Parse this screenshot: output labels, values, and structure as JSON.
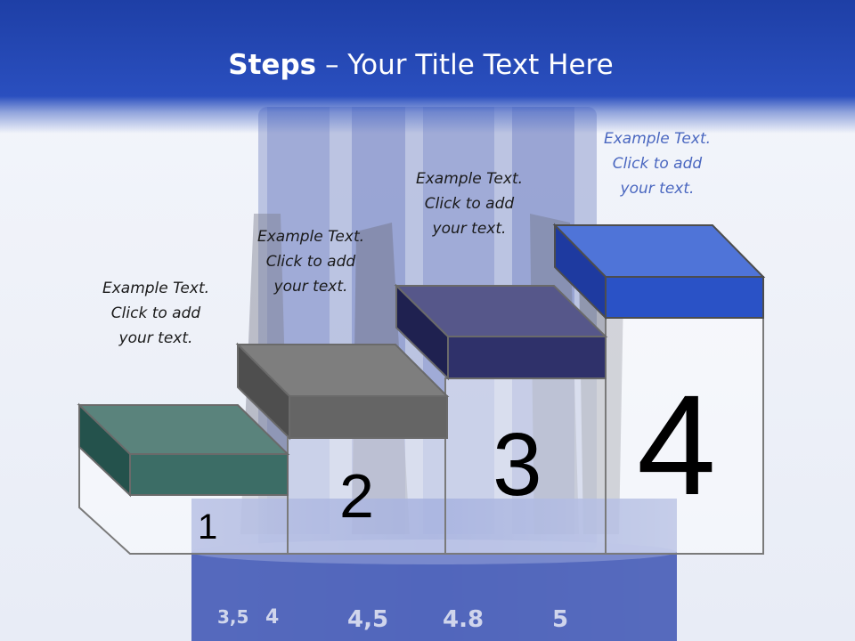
{
  "slide": {
    "title_bold": "Steps",
    "title_rest": " – Your Title Text Here"
  },
  "background": {
    "ruler_labels": [
      "3,5",
      "4",
      "4,5",
      "4.8",
      "5"
    ]
  },
  "steps": [
    {
      "number": "1",
      "text_lines": [
        "Example Text.",
        "Click  to add",
        "your text."
      ],
      "color": "#2f6a62"
    },
    {
      "number": "2",
      "text_lines": [
        "Example Text.",
        "Click  to add",
        "your text."
      ],
      "color": "#6a6a6a"
    },
    {
      "number": "3",
      "text_lines": [
        "Example Text.",
        "Click  to add",
        "your text."
      ],
      "color": "#34366e"
    },
    {
      "number": "4",
      "text_lines": [
        "Example Text.",
        "Click  to add",
        "your text."
      ],
      "color": "#2e55c8"
    }
  ],
  "colors": {
    "header": "#2a4fbf",
    "title_text": "#ffffff",
    "step4_text": "#4a67c0"
  }
}
